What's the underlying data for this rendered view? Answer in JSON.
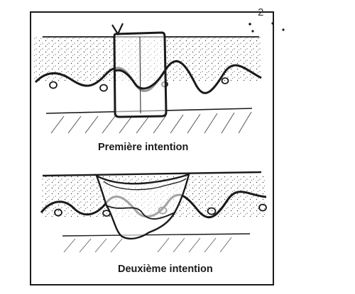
{
  "panel_top": {
    "caption": "Première intention"
  },
  "panel_bottom": {
    "caption": "Deuxième intention"
  },
  "page_number": "2",
  "colors": {
    "ink": "#1a1a1a",
    "paper": "#ffffff",
    "stipple": "#444444"
  }
}
